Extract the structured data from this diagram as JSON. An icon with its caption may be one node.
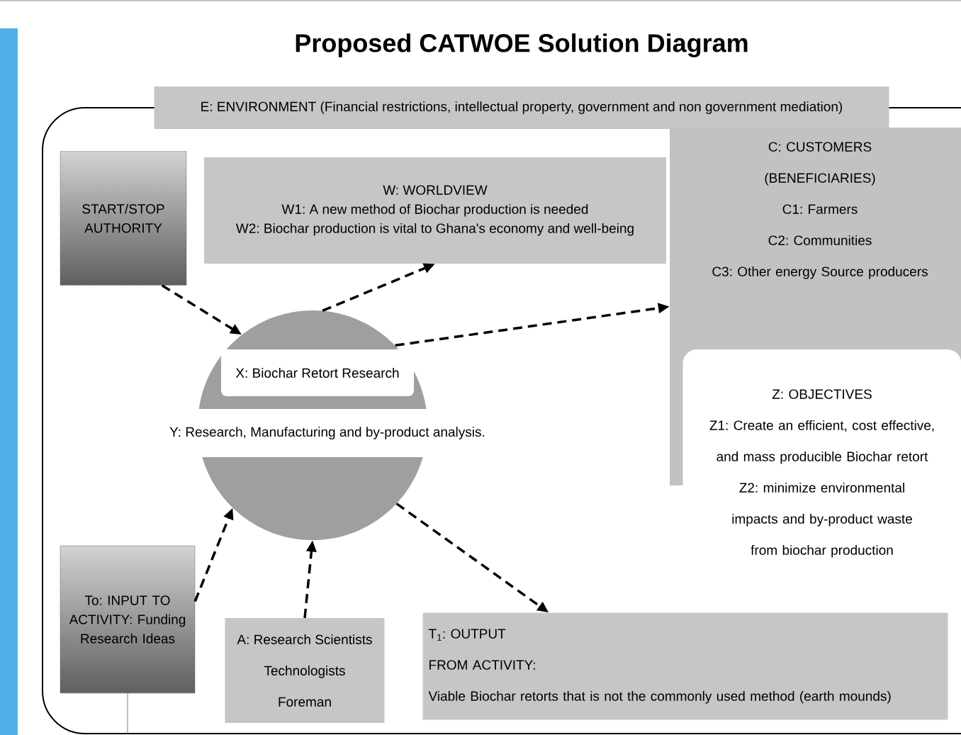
{
  "diagram": {
    "title": "Proposed CATWOE Solution Diagram",
    "nodes": [
      {
        "text": [
          "E: ENVIRONMENT (Financial restrictions, intellectual property, government and non government mediation)"
        ]
      },
      {
        "text": [
          "START/STOP AUTHORITY"
        ],
        "in": 0
      },
      {
        "text": [
          "W: WORLDVIEW",
          "W1: A new method of Biochar production is needed",
          "W2: Biochar production is vital to Ghana's economy and well-being"
        ],
        "in": 0
      },
      {
        "text": [
          "C: CUSTOMERS",
          "(BENEFICIARIES)",
          "C1: Farmers",
          "C2: Communities",
          "C3: Other energy Source producers"
        ],
        "in": 0
      },
      {
        "text": [
          "Z: OBJECTIVES",
          "Z1: Create an efficient, cost effective, and mass producible Biochar retort",
          "Z2: minimize environmental impacts and by-product waste from biochar production"
        ],
        "in": 0
      },
      {
        "text": [
          "X: Biochar Retort Research",
          "Y: Research, Manufacturing and by-product analysis."
        ],
        "in": 0
      },
      {
        "text": [
          "To: INPUT TO ACTIVITY: Funding Research Ideas"
        ],
        "in": 0
      },
      {
        "text": [
          "A: Research Scientists",
          "Technologists",
          "Foreman"
        ],
        "in": 0
      },
      {
        "text": [
          "T$_{1}$: OUTPUT",
          "FROM ACTIVITY:",
          "Viable Biochar retorts that is not the commonly used method (earth mounds)"
        ],
        "in": 0
      },
      {
        "text": [],
        "shape": "bar"
      }
    ],
    "edges": [
      {
        "from": 1,
        "to": 5,
        "arrow": "to",
        "style": "dashed"
      },
      {
        "from": 5,
        "to": 2,
        "arrow": "to",
        "style": "dashed"
      },
      {
        "from": 5,
        "to": 3,
        "arrow": "to",
        "style": "dashed"
      },
      {
        "from": 6,
        "to": 5,
        "arrow": "to",
        "style": "dashed"
      },
      {
        "from": 7,
        "to": 5,
        "arrow": "to",
        "style": "dashed"
      },
      {
        "from": 5,
        "to": 8,
        "arrow": "to",
        "style": "dashed"
      }
    ]
  }
}
